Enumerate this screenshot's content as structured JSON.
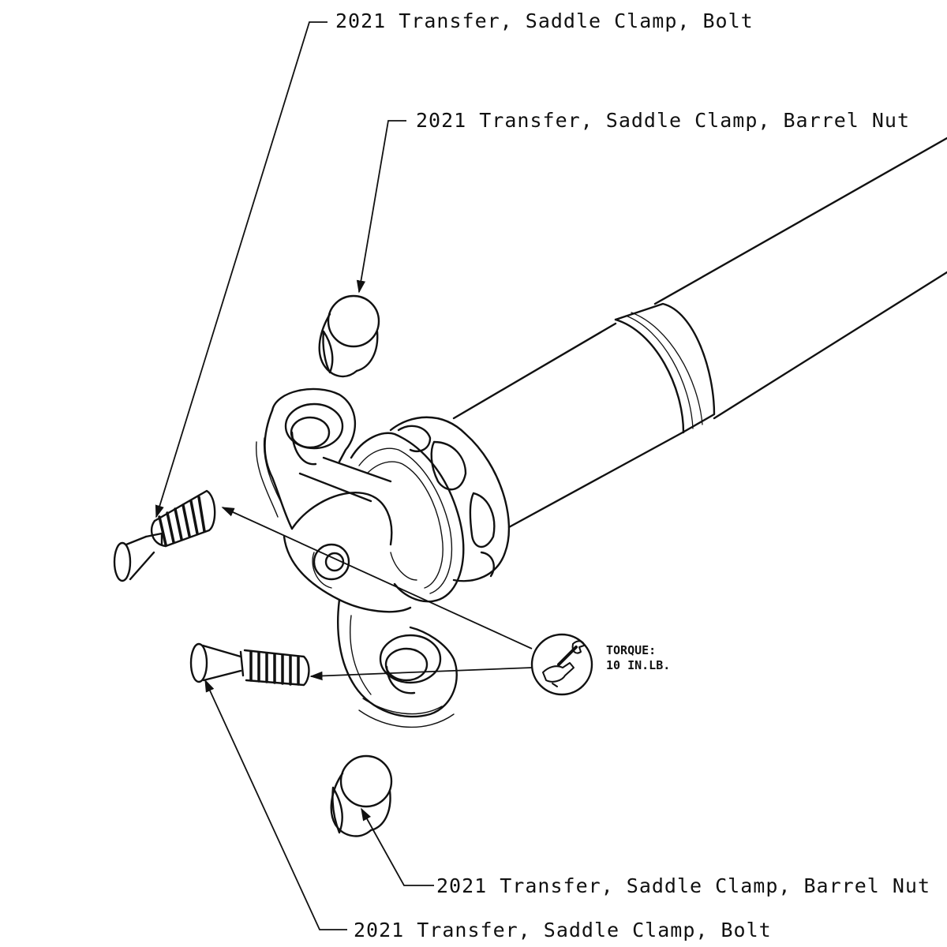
{
  "callouts": {
    "bolt_top": "2021 Transfer, Saddle Clamp, Bolt",
    "barrel_nut_top": "2021 Transfer, Saddle Clamp, Barrel Nut",
    "barrel_nut_bottom": "2021 Transfer, Saddle Clamp, Barrel Nut",
    "bolt_bottom": "2021 Transfer, Saddle Clamp, Bolt"
  },
  "torque": {
    "label": "TORQUE:",
    "value": "10 IN.LB."
  },
  "icons": {
    "torque_symbol": "hand-wrench-icon"
  },
  "colors": {
    "line": "#111111",
    "background": "#ffffff"
  }
}
